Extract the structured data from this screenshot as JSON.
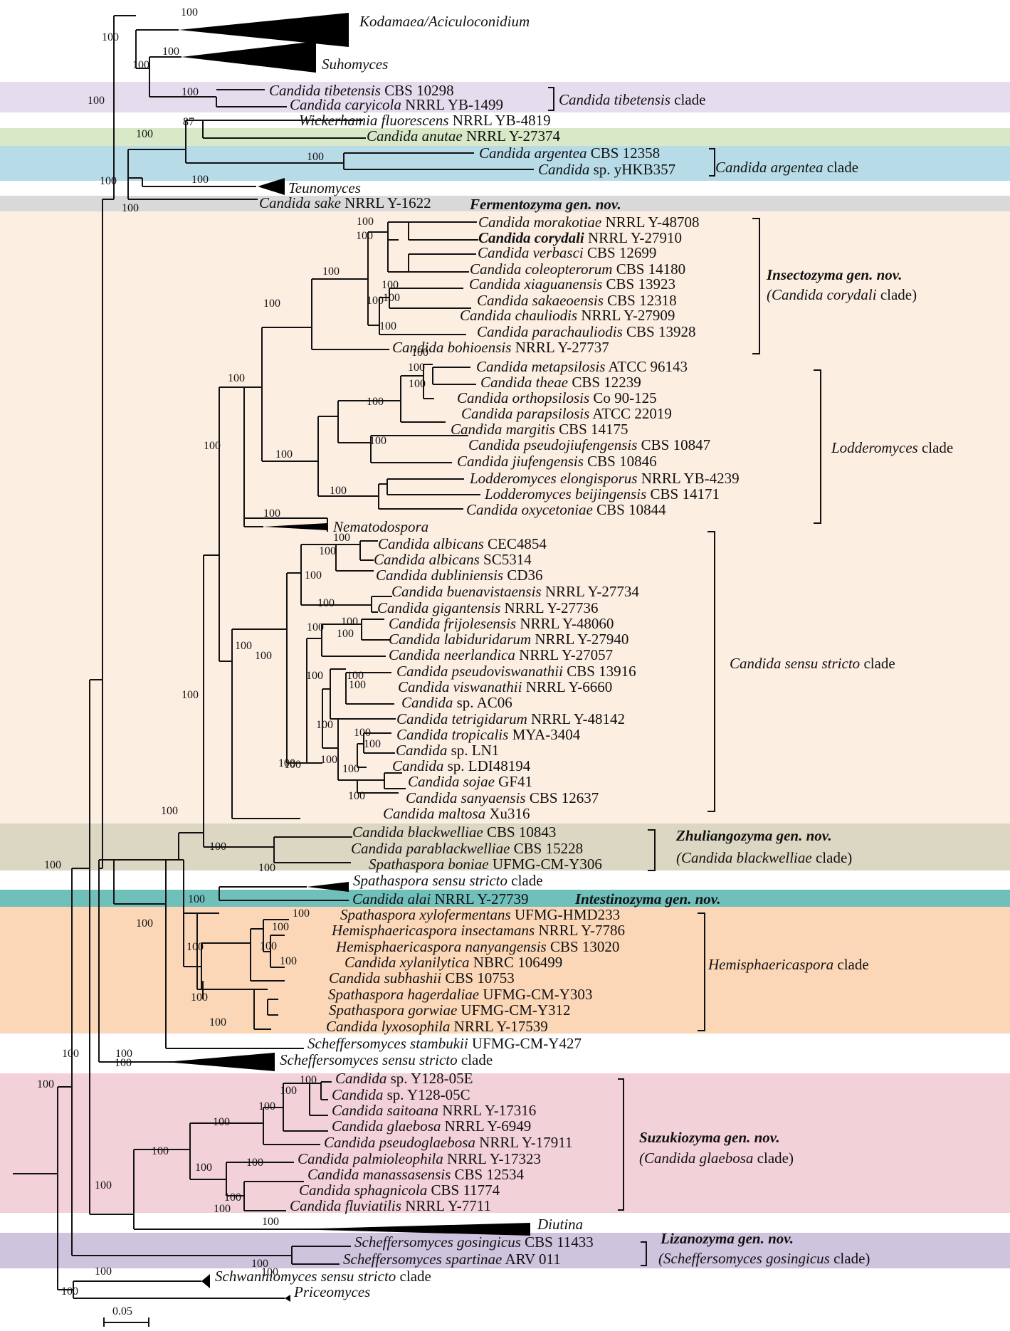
{
  "bands": [
    {
      "id": "tibetensis",
      "color": "#e5dced"
    },
    {
      "id": "anutae",
      "color": "#d9e8c6"
    },
    {
      "id": "argentea",
      "color": "#b7dce8"
    },
    {
      "id": "fermentozyma",
      "color": "#d9d9d9"
    },
    {
      "id": "orange-main",
      "color": "#fdeee2"
    },
    {
      "id": "zhuliangozyma",
      "color": "#dcd7c2"
    },
    {
      "id": "intestinozyma",
      "color": "#6fbfbb"
    },
    {
      "id": "hemisphaericaspora",
      "color": "#fbd7b8"
    },
    {
      "id": "suzukiozyma",
      "color": "#f2d1d9"
    },
    {
      "id": "lizanozyma",
      "color": "#cfc4de"
    }
  ],
  "taxa": [
    {
      "pre": "Kodamaea/Aciculoconidium",
      "post": ""
    },
    {
      "pre": "Suhomyces",
      "post": ""
    },
    {
      "pre": "Candida tibetensis",
      "post": " CBS 10298"
    },
    {
      "pre": "Candida caryicola",
      "post": " NRRL YB-1499"
    },
    {
      "pre": "Wickerhamia fluorescens",
      "post": " NRRL YB-4819"
    },
    {
      "pre": "Candida anutae",
      "post": " NRRL Y-27374"
    },
    {
      "pre": "Candida argentea",
      "post": " CBS 12358"
    },
    {
      "pre": "Candida",
      "post": " sp. yHKB357"
    },
    {
      "pre": "Teunomyces",
      "post": ""
    },
    {
      "pre": "Candida sake",
      "post": " NRRL Y-1622"
    },
    {
      "pre": "Candida morakotiae",
      "post": " NRRL Y-48708"
    },
    {
      "pre": "Candida corydali",
      "post": " NRRL Y-27910"
    },
    {
      "pre": "Candida verbasci",
      "post": " CBS 12699"
    },
    {
      "pre": "Candida coleopterorum",
      "post": " CBS 14180"
    },
    {
      "pre": "Candida xiaguanensis",
      "post": " CBS 13923"
    },
    {
      "pre": "Candida sakaeoensis",
      "post": " CBS 12318"
    },
    {
      "pre": "Candida chauliodis",
      "post": " NRRL Y-27909"
    },
    {
      "pre": "Candida parachauliodis",
      "post": " CBS 13928"
    },
    {
      "pre": "Candida bohioensis",
      "post": " NRRL Y-27737"
    },
    {
      "pre": "Candida metapsilosis",
      "post": " ATCC 96143"
    },
    {
      "pre": "Candida theae",
      "post": " CBS 12239"
    },
    {
      "pre": "Candida orthopsilosis",
      "post": " Co 90-125"
    },
    {
      "pre": "Candida parapsilosis",
      "post": " ATCC 22019"
    },
    {
      "pre": "Candida margitis",
      "post": " CBS 14175"
    },
    {
      "pre": "Candida pseudojiufengensis",
      "post": " CBS 10847"
    },
    {
      "pre": "Candida jiufengensis",
      "post": " CBS 10846"
    },
    {
      "pre": "Lodderomyces elongisporus",
      "post": " NRRL YB-4239"
    },
    {
      "pre": "Lodderomyces beijingensis",
      "post": " CBS 14171"
    },
    {
      "pre": "Candida oxycetoniae",
      "post": " CBS 10844"
    },
    {
      "pre": "Nematodospora",
      "post": ""
    },
    {
      "pre": "Candida albicans",
      "post": " CEC4854"
    },
    {
      "pre": "Candida albicans",
      "post": " SC5314"
    },
    {
      "pre": "Candida dubliniensis",
      "post": " CD36"
    },
    {
      "pre": "Candida buenavistaensis",
      "post": " NRRL Y-27734"
    },
    {
      "pre": "Candida gigantensis",
      "post": " NRRL Y-27736"
    },
    {
      "pre": "Candida frijolesensis",
      "post": " NRRL Y-48060"
    },
    {
      "pre": "Candida labiduridarum",
      "post": " NRRL Y-27940"
    },
    {
      "pre": "Candida neerlandica",
      "post": " NRRL Y-27057"
    },
    {
      "pre": "Candida pseudoviswanathii",
      "post": " CBS 13916"
    },
    {
      "pre": "Candida viswanathii",
      "post": " NRRL Y-6660"
    },
    {
      "pre": "Candida",
      "post": " sp. AC06"
    },
    {
      "pre": "Candida tetrigidarum",
      "post": " NRRL Y-48142"
    },
    {
      "pre": "Candida tropicalis",
      "post": " MYA-3404"
    },
    {
      "pre": "Candida",
      "post": " sp. LN1"
    },
    {
      "pre": "Candida",
      "post": " sp. LDI48194"
    },
    {
      "pre": "Candida sojae",
      "post": " GF41"
    },
    {
      "pre": "Candida sanyaensis",
      "post": " CBS 12637"
    },
    {
      "pre": "Candida maltosa",
      "post": " Xu316"
    },
    {
      "pre": "Candida blackwelliae",
      "post": " CBS 10843"
    },
    {
      "pre": "Candida parablackwelliae",
      "post": " CBS 15228"
    },
    {
      "pre": "Spathaspora boniae",
      "post": " UFMG-CM-Y306"
    },
    {
      "pre": "Spathaspora sensu stricto",
      "post": " clade"
    },
    {
      "pre": "Candida alai",
      "post": " NRRL Y-27739"
    },
    {
      "pre": "Spathaspora xylofermentans",
      "post": " UFMG-HMD233"
    },
    {
      "pre": "Hemisphaericaspora insectamans",
      "post": " NRRL Y-7786"
    },
    {
      "pre": "Hemisphaericaspora nanyangensis",
      "post": " CBS 13020"
    },
    {
      "pre": "Candida xylanilytica",
      "post": " NBRC 106499"
    },
    {
      "pre": "Candida subhashii",
      "post": " CBS 10753"
    },
    {
      "pre": "Spathaspora hagerdaliae",
      "post": " UFMG-CM-Y303"
    },
    {
      "pre": "Spathaspora gorwiae",
      "post": " UFMG-CM-Y312"
    },
    {
      "pre": "Candida lyxosophila",
      "post": " NRRL Y-17539"
    },
    {
      "pre": "Scheffersomyces stambukii",
      "post": " UFMG-CM-Y427"
    },
    {
      "pre": "Scheffersomyces sensu stricto",
      "post": " clade"
    },
    {
      "pre": "Candida",
      "post": " sp. Y128-05E"
    },
    {
      "pre": "Candida",
      "post": " sp. Y128-05C"
    },
    {
      "pre": "Candida saitoana",
      "post": " NRRL Y-17316"
    },
    {
      "pre": "Candida glaebosa",
      "post": " NRRL Y-6949"
    },
    {
      "pre": "Candida pseudoglaebosa",
      "post": " NRRL Y-17911"
    },
    {
      "pre": "Candida palmioleophila",
      "post": " NRRL Y-17323"
    },
    {
      "pre": "Candida manassasensis",
      "post": " CBS 12534"
    },
    {
      "pre": "Candida sphagnicola",
      "post": " CBS 11774"
    },
    {
      "pre": "Candida fluviatilis",
      "post": " NRRL Y-7711"
    },
    {
      "pre": "Diutina",
      "post": ""
    },
    {
      "pre": "Scheffersomyces gosingicus",
      "post": " CBS 11433"
    },
    {
      "pre": "Scheffersomyces spartinae",
      "post": " ARV 011"
    },
    {
      "pre": "Schwanniomyces sensu stricto",
      "post": " clade"
    },
    {
      "pre": "Priceomyces",
      "post": ""
    }
  ],
  "clades": [
    {
      "pre": "Candida tibetensis",
      "post": " clade"
    },
    {
      "pre": "Candida argentea",
      "post": " clade"
    },
    {
      "pre": "Fermentozyma gen. nov.",
      "post": ""
    },
    {
      "pre": "Insectozyma gen. nov.",
      "post": ""
    },
    {
      "pre": "(Candida corydali",
      "post": " clade)"
    },
    {
      "pre": "Lodderomyces",
      "post": " clade"
    },
    {
      "pre": "Candida sensu stricto",
      "post": " clade"
    },
    {
      "pre": "Zhuliangozyma gen. nov.",
      "post": ""
    },
    {
      "pre": "(Candida blackwelliae",
      "post": " clade)"
    },
    {
      "pre": "Intestinozyma gen. nov.",
      "post": ""
    },
    {
      "pre": "Hemisphaericaspora",
      "post": " clade"
    },
    {
      "pre": "Suzukiozyma gen. nov.",
      "post": ""
    },
    {
      "pre": "(Candida glaebosa",
      "post": " clade)"
    },
    {
      "pre": "Lizanozyma gen. nov.",
      "post": ""
    },
    {
      "pre": "(Scheffersomyces gosingicus",
      "post": " clade)"
    }
  ],
  "support": [
    "100",
    "87"
  ],
  "scale_bar": "0.05"
}
